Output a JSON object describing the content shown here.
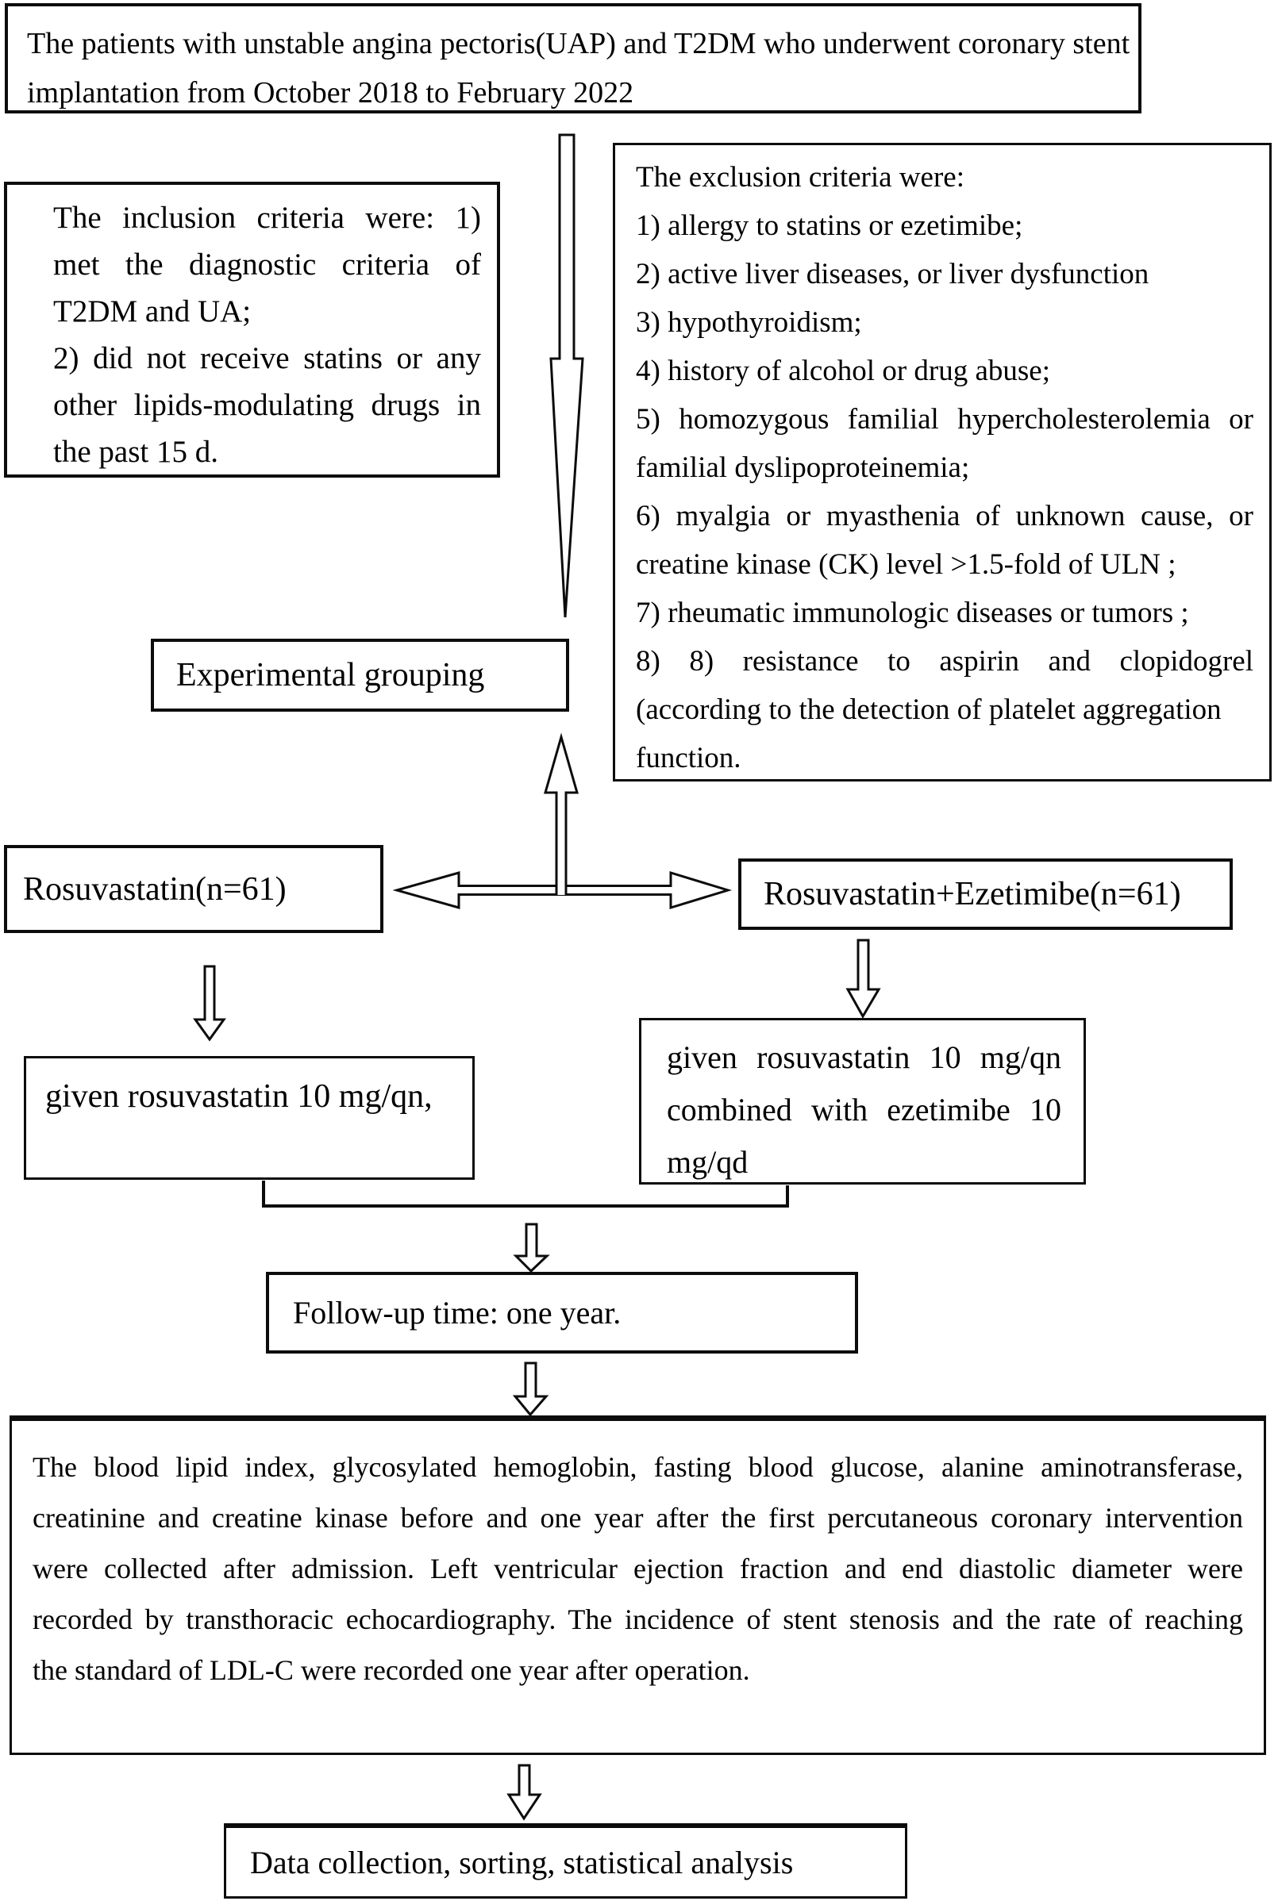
{
  "colors": {
    "ink": "#0c0c0c",
    "paper": "#ffffff"
  },
  "title_box": {
    "lines": [
      {
        "t": "The patients with unstable angina pectoris(UAP) and T2DM who underwent coronary stent",
        "j": false
      },
      {
        "t": "implantation from October 2018 to February 2022",
        "j": false
      }
    ]
  },
  "inclusion_box": {
    "lines": [
      {
        "t": "The inclusion criteria were: 1)",
        "j": true
      },
      {
        "t": "met the diagnostic criteria of",
        "j": true
      },
      {
        "t": "T2DM and UA;",
        "j": false
      },
      {
        "t": "2) did not receive statins or any",
        "j": true
      },
      {
        "t": "other lipids-modulating drugs in",
        "j": true
      },
      {
        "t": "the past 15 d.",
        "j": false
      }
    ]
  },
  "exclusion_box": {
    "lines": [
      {
        "t": "The exclusion criteria were:",
        "j": false
      },
      {
        "t": "1) allergy to statins or ezetimibe;",
        "j": false
      },
      {
        "t": "2) active liver diseases, or liver dysfunction",
        "j": false
      },
      {
        "t": "3) hypothyroidism;",
        "j": false
      },
      {
        "t": "4) history of alcohol or drug abuse;",
        "j": false
      },
      {
        "t": "5) homozygous familial hypercholesterolemia or",
        "j": true
      },
      {
        "t": "familial dyslipoproteinemia;",
        "j": false
      },
      {
        "t": "6) myalgia or myasthenia of unknown cause, or",
        "j": true
      },
      {
        "t": "creatine kinase (CK) level >1.5-fold of ULN ;",
        "j": false
      },
      {
        "t": "7) rheumatic immunologic diseases or tumors ;",
        "j": false
      },
      {
        "t": "8) 8) resistance to aspirin and clopidogrel",
        "j": true
      },
      {
        "t": "(according to the detection of platelet aggregation",
        "j": false
      },
      {
        "t": "function.",
        "j": false
      }
    ]
  },
  "experimental_box": {
    "label": "Experimental grouping"
  },
  "group_left_box": {
    "label": "Rosuvastatin(n=61)"
  },
  "group_right_box": {
    "label": "Rosuvastatin+Ezetimibe(n=61)"
  },
  "treat_left_box": {
    "label": "given rosuvastatin 10 mg/qn,"
  },
  "treat_right_box": {
    "lines": [
      {
        "t": "given rosuvastatin 10 mg/qn",
        "j": true
      },
      {
        "t": "combined with ezetimibe 10",
        "j": true
      },
      {
        "t": "mg/qd",
        "j": false
      }
    ]
  },
  "followup_box": {
    "label": "Follow-up time: one year."
  },
  "outcomes_box": {
    "lines": [
      {
        "t": "The blood lipid index, glycosylated hemoglobin, fasting blood glucose, alanine aminotransferase,",
        "j": true
      },
      {
        "t": "creatinine and creatine kinase before and one year after the first percutaneous coronary intervention",
        "j": true
      },
      {
        "t": "were collected after admission. Left ventricular ejection fraction and end diastolic diameter were",
        "j": true
      },
      {
        "t": "recorded by transthoracic echocardiography. The incidence of stent stenosis and the rate of reaching",
        "j": true
      },
      {
        "t": "the standard of LDL-C were recorded one year after operation.",
        "j": false
      }
    ]
  },
  "analysis_box": {
    "label": "Data collection, sorting, statistical analysis"
  }
}
